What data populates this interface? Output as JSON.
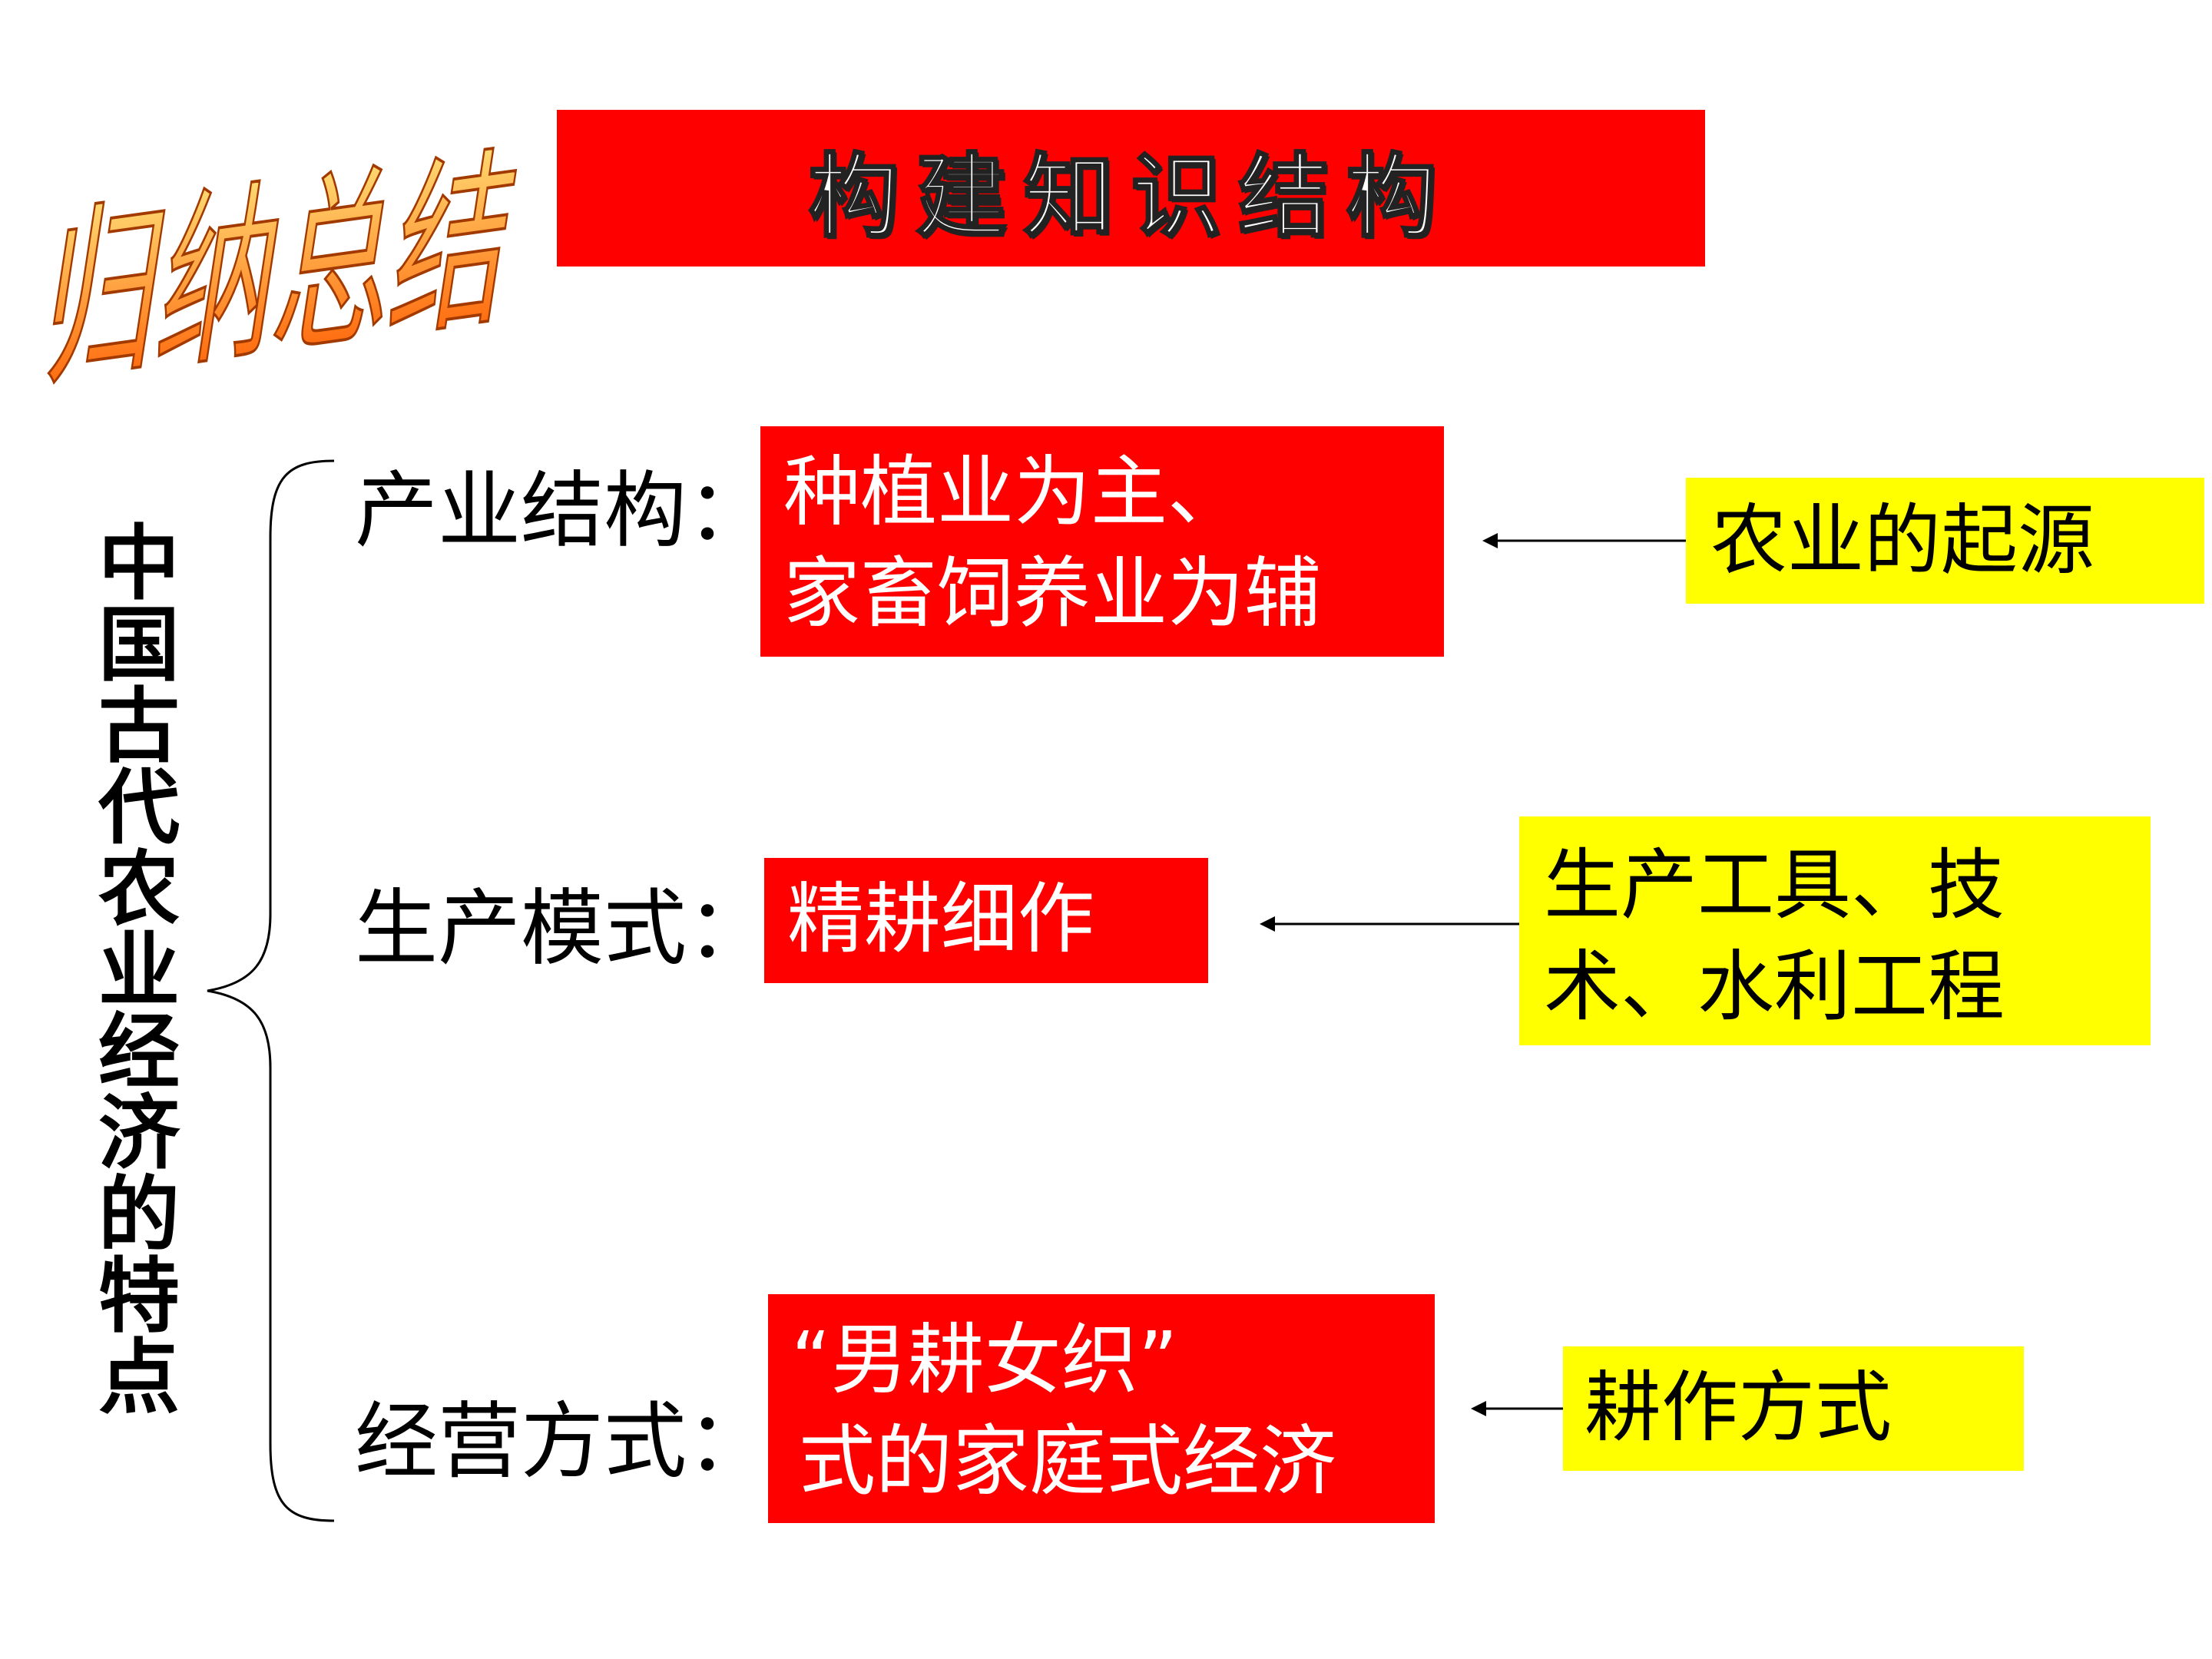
{
  "logo": {
    "text": "归纳总结"
  },
  "banner": {
    "title": "构建知识结构"
  },
  "main_topic": "中国古代农业经济的特点",
  "rows": [
    {
      "label": "产业结构：",
      "feature": [
        "种植业为主、",
        "家畜饲养业为辅"
      ],
      "source": [
        "农业的起源"
      ]
    },
    {
      "label": "生产模式：",
      "feature": [
        "精耕细作"
      ],
      "source": [
        "生产工具、技",
        "术、水利工程"
      ]
    },
    {
      "label": "经营方式：",
      "feature": [
        "“男耕女织”",
        "式的家庭式经济"
      ],
      "source": [
        "耕作方式"
      ]
    }
  ],
  "colors": {
    "feature_box": "#ff0000",
    "source_box": "#ffff00",
    "logo_fill_top": "#ffe27a",
    "logo_fill_bottom": "#ff5a00"
  }
}
